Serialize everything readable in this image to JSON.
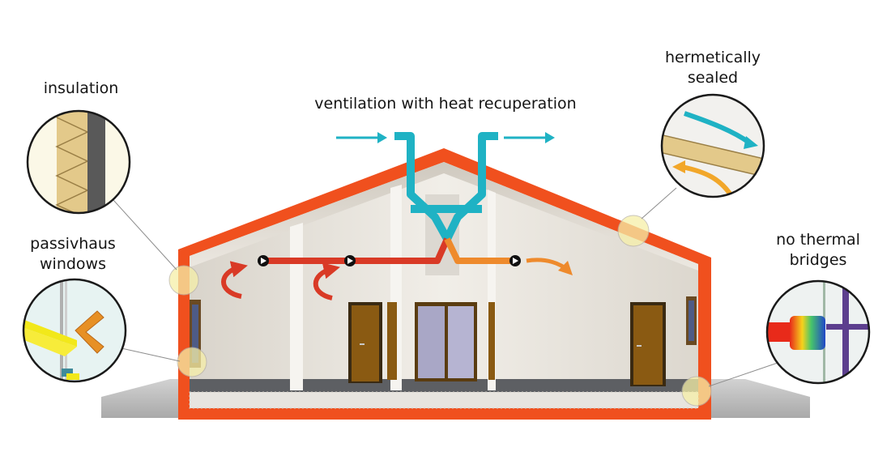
{
  "labels": {
    "ventilation": "ventilation with heat recuperation",
    "insulation": "insulation",
    "passivhaus_line1": "passivhaus",
    "passivhaus_line2": "windows",
    "hermetic_line1": "hermetically",
    "hermetic_line2": "sealed",
    "thermal_line1": "no thermal",
    "thermal_line2": "bridges"
  },
  "colors": {
    "shell": "#f0501e",
    "duct": "#1fb2c4",
    "warm_air": "#d93a26",
    "recovered_air": "#ee8a2c",
    "interior_wall": "#ebe7e0",
    "door": "#8a5a12",
    "ground": "#bdbdbd",
    "highlight": "#f6efa8"
  },
  "icons": [
    "airflow-arrow-icon",
    "fan-icon",
    "door-icon",
    "window-icon",
    "magnifier-callout-icon"
  ]
}
